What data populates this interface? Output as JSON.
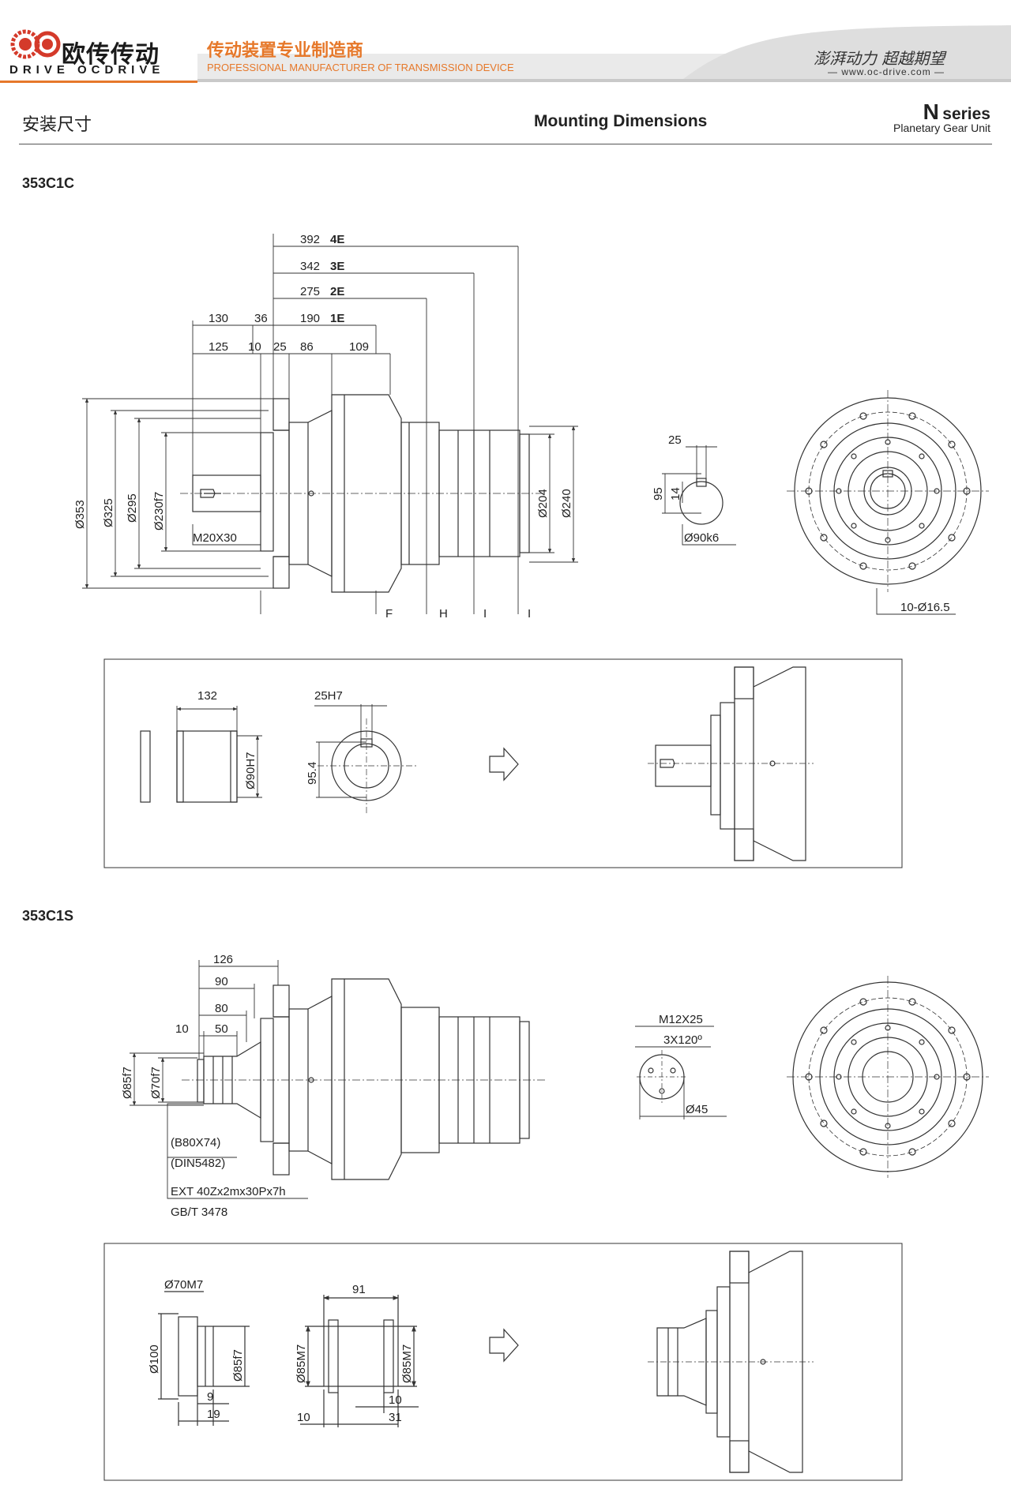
{
  "header": {
    "logo_cn": "欧传传动",
    "logo_en": "DRIVE OCDRIVE",
    "tagline_cn": "传动装置专业制造商",
    "tagline_en": "PROFESSIONAL MANUFACTURER OF TRANSMISSION DEVICE",
    "slogan": "澎湃动力 超越期望",
    "website": "www.oc-drive.com",
    "brand_color": "#e6782a"
  },
  "title": {
    "cn": "安装尺寸",
    "en": "Mounting Dimensions",
    "series_letter": "N",
    "series_word": "series",
    "series_sub": "Planetary Gear Unit"
  },
  "section1": {
    "model": "353C1C",
    "lengths": [
      {
        "value": "392",
        "stage": "4E"
      },
      {
        "value": "342",
        "stage": "3E"
      },
      {
        "value": "275",
        "stage": "2E"
      },
      {
        "value": "190",
        "stage": "1E"
      }
    ],
    "dim_130": "130",
    "dim_36": "36",
    "dim_125": "125",
    "dim_10": "10",
    "dim_25": "25",
    "dim_86": "86",
    "dim_109": "109",
    "dia_353": "Ø353",
    "dia_325": "Ø325",
    "dia_295": "Ø295",
    "dia_230": "Ø230f7",
    "dia_204": "Ø204",
    "dia_240": "Ø240",
    "thread": "M20X30",
    "markers": [
      "F",
      "H",
      "I",
      "I"
    ],
    "key_width": "25",
    "key_height": "95",
    "key_depth": "14",
    "shaft_dia": "Ø90k6",
    "bolts": "10-Ø16.5",
    "acc_length": "132",
    "acc_dia": "Ø90H7",
    "acc_key": "25H7",
    "acc_key_h": "95.4"
  },
  "section2": {
    "model": "353C1S",
    "dim_126": "126",
    "dim_90": "90",
    "dim_80": "80",
    "dim_10": "10",
    "dim_50": "50",
    "dia_85": "Ø85f7",
    "dia_70": "Ø70f7",
    "spline1": "(B80X74)",
    "spline2": "(DIN5482)",
    "spline3": "EXT 40Zx2mx30Px7h",
    "spline4": "GB/T 3478",
    "tap": "M12X25",
    "tap_angle": "3X120º",
    "tap_dia": "Ø45",
    "acc_d70": "Ø70M7",
    "acc_d100": "Ø100",
    "acc_d85f7": "Ø85f7",
    "acc_9": "9",
    "acc_19": "19",
    "acc_91": "91",
    "acc_d85m7a": "Ø85M7",
    "acc_d85m7b": "Ø85M7",
    "acc_10a": "10",
    "acc_10b": "10",
    "acc_31": "31"
  }
}
